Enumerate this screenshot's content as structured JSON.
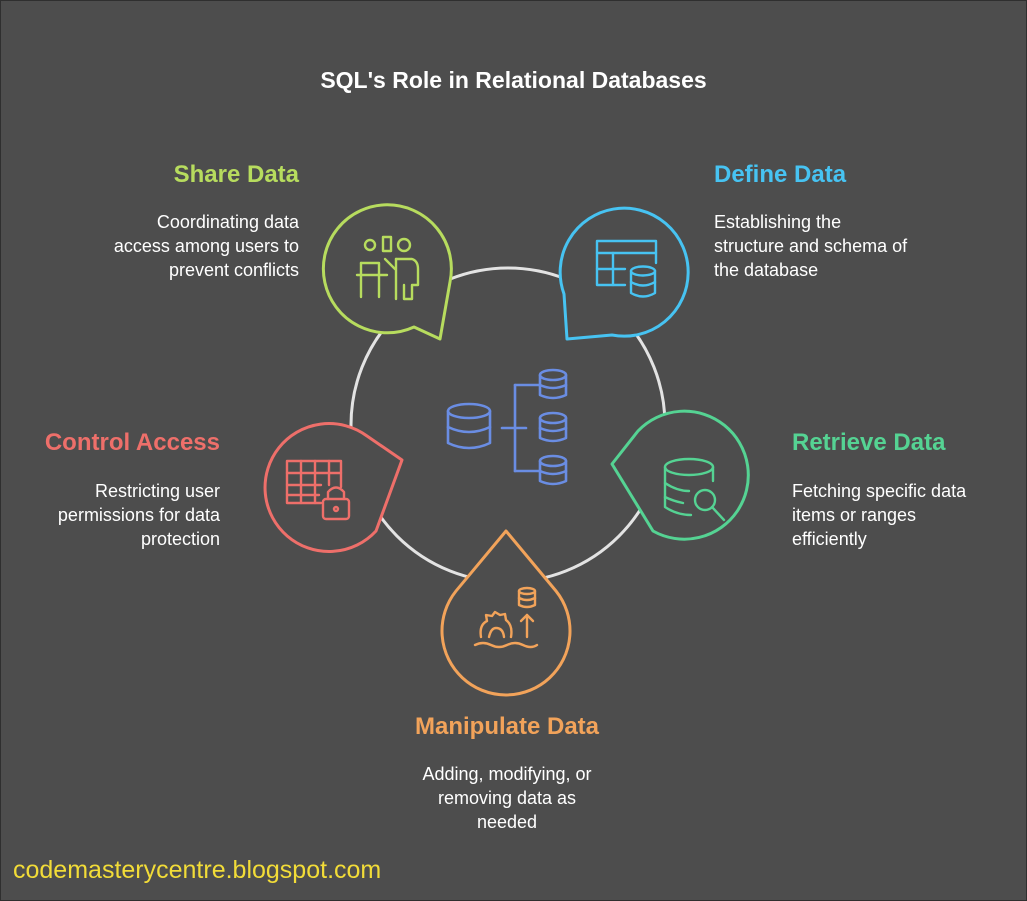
{
  "title": "SQL's Role in Relational Databases",
  "colors": {
    "background": "#4d4d4d",
    "ring": "#e3e3e3",
    "share": "#b7dc5e",
    "define": "#47c3f2",
    "retrieve": "#55d393",
    "manipulate": "#f2a35a",
    "control": "#ee6f6a",
    "center": "#6a8de3",
    "footer": "#f2dc38"
  },
  "steps": {
    "share": {
      "title": "Share Data",
      "desc": [
        "Coordinating data",
        "access among users to",
        "prevent conflicts"
      ],
      "icon": "presentation-users-icon"
    },
    "define": {
      "title": "Define Data",
      "desc": [
        "Establishing the",
        "structure and schema of",
        "the database"
      ],
      "icon": "table-database-icon"
    },
    "retrieve": {
      "title": "Retrieve Data",
      "desc": [
        "Fetching specific data",
        "items or ranges",
        "efficiently"
      ],
      "icon": "database-search-icon"
    },
    "manipulate": {
      "title": "Manipulate Data",
      "desc": [
        "Adding, modifying, or",
        "removing data as",
        "needed"
      ],
      "icon": "gear-database-upload-icon"
    },
    "control": {
      "title": "Control Access",
      "desc": [
        "Restricting user",
        "permissions for data",
        "protection"
      ],
      "icon": "table-lock-icon"
    }
  },
  "center_icon": "database-hierarchy-icon",
  "footer": "codemasterycentre.blogspot.com"
}
